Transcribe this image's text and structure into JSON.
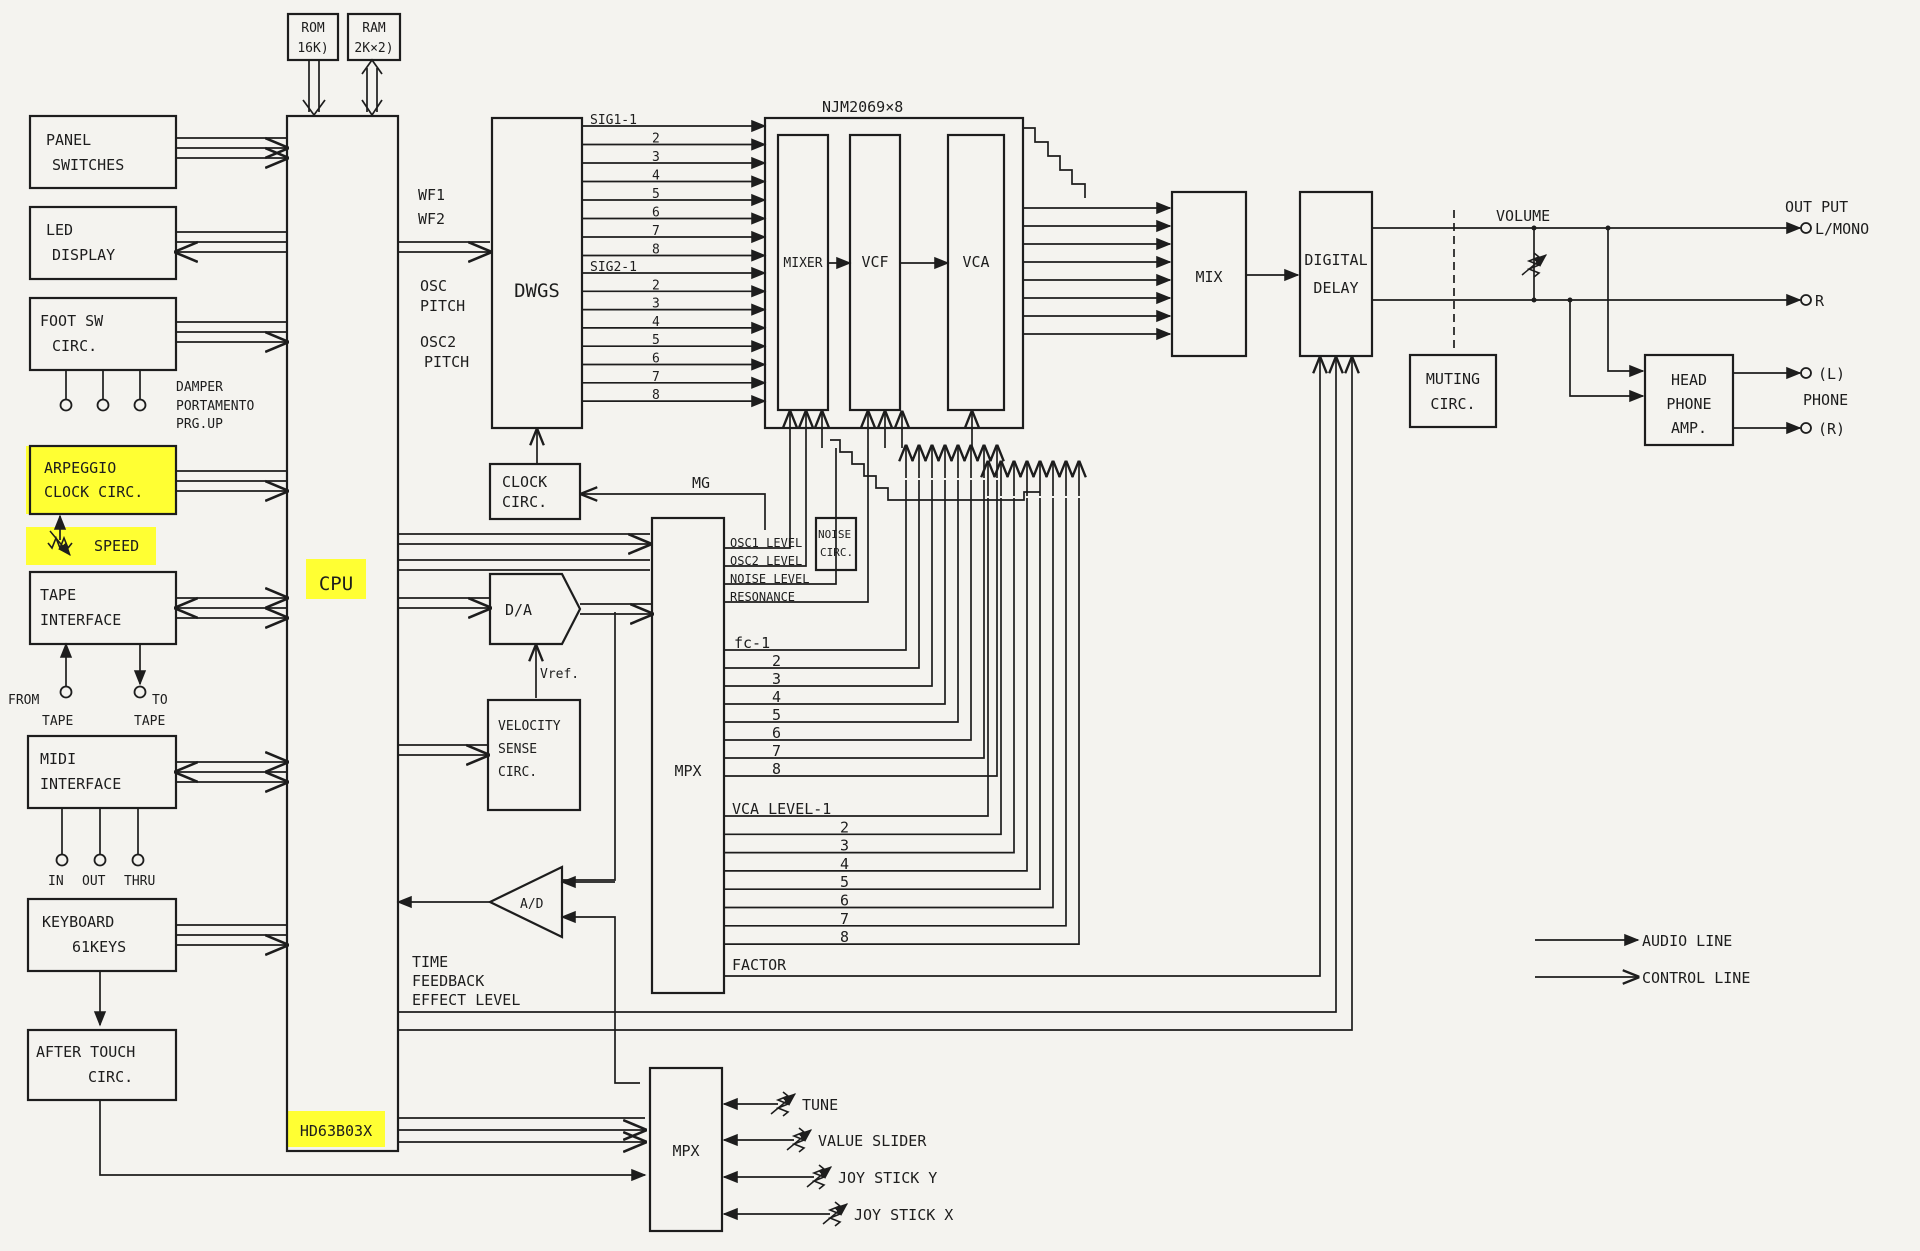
{
  "colors": {
    "highlight": "#ffff33",
    "ink": "#1d1d1d",
    "paper": "#f4f3ef"
  },
  "memory": {
    "rom": [
      "ROM",
      "16K)"
    ],
    "ram": [
      "RAM",
      "2K×2)"
    ]
  },
  "left_blocks": {
    "panel": [
      "PANEL",
      "SWITCHES"
    ],
    "led": [
      "LED",
      "DISPLAY"
    ],
    "foot": [
      "FOOT SW",
      "CIRC."
    ],
    "foot_notes": [
      "DAMPER",
      "PORTAMENTO",
      "PRG.UP"
    ],
    "arp": [
      "ARPEGGIO",
      "CLOCK CIRC."
    ],
    "speed": "SPEED",
    "tape": [
      "TAPE",
      "INTERFACE"
    ],
    "from_tape": [
      "FROM",
      "TAPE"
    ],
    "to_tape": [
      "TO",
      "TAPE"
    ],
    "midi": [
      "MIDI",
      "INTERFACE"
    ],
    "midi_ports": [
      "IN",
      "OUT",
      "THRU"
    ],
    "keyboard": [
      "KEYBOARD",
      "61KEYS"
    ],
    "aftertouch": [
      "AFTER TOUCH",
      "CIRC."
    ]
  },
  "cpu": {
    "label": "CPU",
    "chip": "HD63B03X"
  },
  "cpu_outputs": {
    "wf": [
      "WF1",
      "WF2"
    ],
    "osc1": [
      "OSC",
      "PITCH"
    ],
    "osc2": [
      "OSC2",
      "PITCH"
    ],
    "feedback": [
      "TIME",
      "FEEDBACK",
      "EFFECT LEVEL"
    ]
  },
  "dwgs": {
    "label": "DWGS",
    "sig1": [
      "SIG1-1",
      "2",
      "3",
      "4",
      "5",
      "6",
      "7",
      "8"
    ],
    "sig2": [
      "SIG2-1",
      "2",
      "3",
      "4",
      "5",
      "6",
      "7",
      "8"
    ]
  },
  "clock": {
    "label": [
      "CLOCK",
      "CIRC."
    ],
    "mg": "MG"
  },
  "da": {
    "label": "D/A",
    "vref": "Vref."
  },
  "velocity": [
    "VELOCITY",
    "SENSE",
    "CIRC."
  ],
  "ad": {
    "label": "A/D"
  },
  "voice": {
    "title": "NJM2069×8",
    "mixer": "MIXER",
    "vcf": "VCF",
    "vca": "VCA"
  },
  "noise": [
    "NOISE",
    "CIRC."
  ],
  "mpx_main": {
    "label": "MPX",
    "levels": [
      "OSC1 LEVEL",
      "OSC2 LEVEL",
      "NOISE LEVEL",
      "RESONANCE"
    ],
    "fc": [
      "fc-1",
      "2",
      "3",
      "4",
      "5",
      "6",
      "7",
      "8"
    ],
    "vca_levels": [
      "VCA LEVEL-1",
      "2",
      "3",
      "4",
      "5",
      "6",
      "7",
      "8"
    ],
    "factor": "FACTOR"
  },
  "mpx_lower": {
    "label": "MPX",
    "inputs": [
      "TUNE",
      "VALUE SLIDER",
      "JOY STICK Y",
      "JOY STICK X"
    ]
  },
  "output_chain": {
    "mix": "MIX",
    "delay": [
      "DIGITAL",
      "DELAY"
    ],
    "volume": "VOLUME",
    "muting": [
      "MUTING",
      "CIRC."
    ],
    "output": "OUT PUT",
    "l_mono": "L/MONO",
    "r": "R",
    "head": [
      "HEAD",
      "PHONE",
      "AMP."
    ],
    "phone": "PHONE",
    "phone_l": "(L)",
    "phone_r": "(R)"
  },
  "legend": {
    "audio": "AUDIO LINE",
    "control": "CONTROL LINE"
  }
}
